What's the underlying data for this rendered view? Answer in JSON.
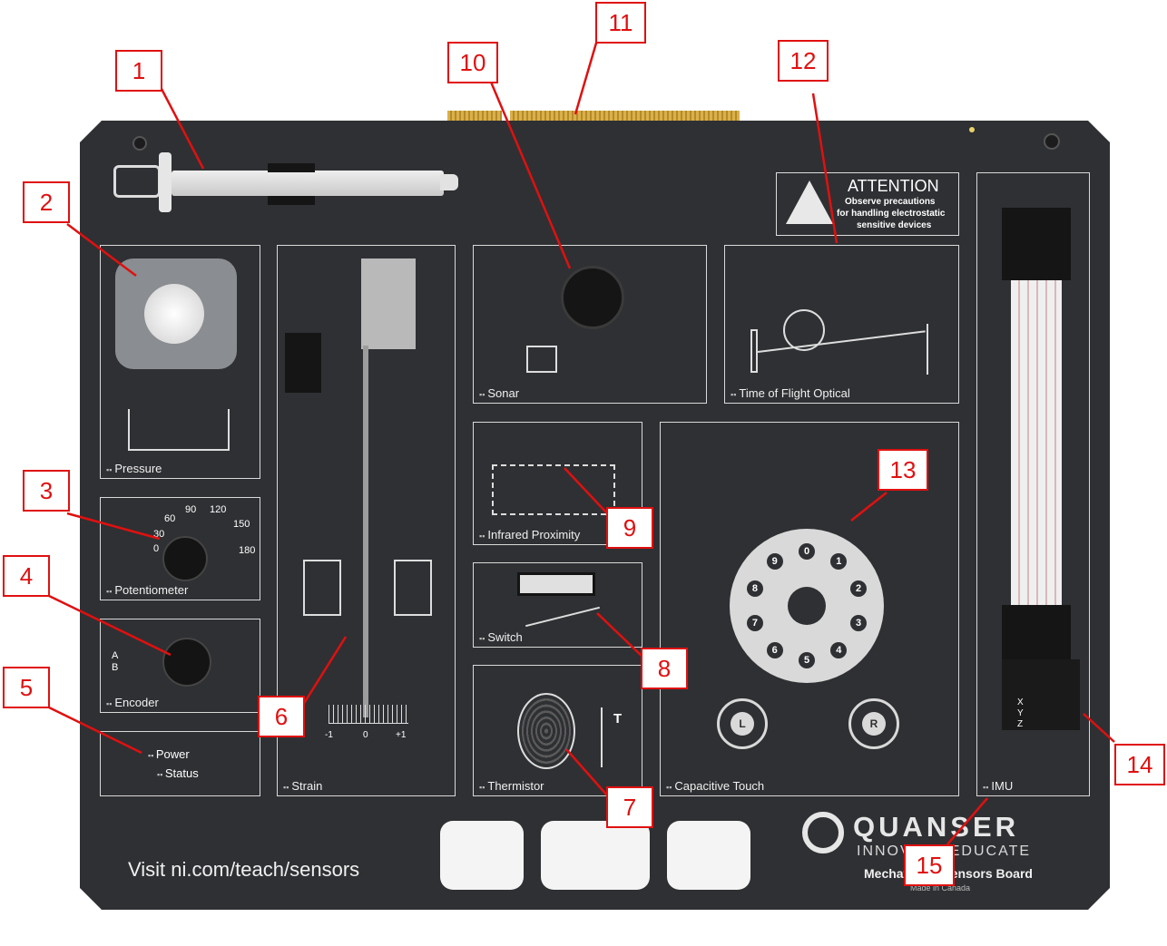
{
  "board": {
    "url_text": "Visit ni.com/teach/sensors",
    "brand": "QUANSER",
    "tagline": "INNOVATE·EDUCATE",
    "product": "Mechatronic Sensors Board",
    "made_in": "Made in Canada"
  },
  "attention": {
    "title": "ATTENTION",
    "line1": "Observe precautions",
    "line2": "for handling electrostatic",
    "line3": "sensitive devices"
  },
  "panels": {
    "pressure": "Pressure",
    "potentiometer": "Potentiometer",
    "encoder": "Encoder",
    "power": "Power",
    "status": "Status",
    "strain": "Strain",
    "sonar": "Sonar",
    "tof": "Time of Flight Optical",
    "infrared": "Infrared Proximity",
    "switch": "Switch",
    "thermistor": "Thermistor",
    "capacitive": "Capacitive Touch",
    "imu": "IMU"
  },
  "pot_scale": [
    "0",
    "30",
    "60",
    "90",
    "120",
    "150",
    "180"
  ],
  "strain_scale": [
    "-1",
    "0",
    "+1"
  ],
  "encoder_channels": [
    "A",
    "B"
  ],
  "thermistor_symbol": "T",
  "touch_digits": [
    "0",
    "1",
    "2",
    "3",
    "4",
    "5",
    "6",
    "7",
    "8",
    "9"
  ],
  "touch_buttons": [
    "L",
    "R"
  ],
  "imu_axes": [
    "X",
    "Y",
    "Z"
  ],
  "markers": [
    "1",
    "2",
    "3",
    "4",
    "5",
    "6",
    "7",
    "8",
    "9",
    "10",
    "11",
    "12",
    "13",
    "14",
    "15"
  ],
  "colors": {
    "board": "#2f3033",
    "marker": "#e01010",
    "gold": "#d9b04a"
  }
}
